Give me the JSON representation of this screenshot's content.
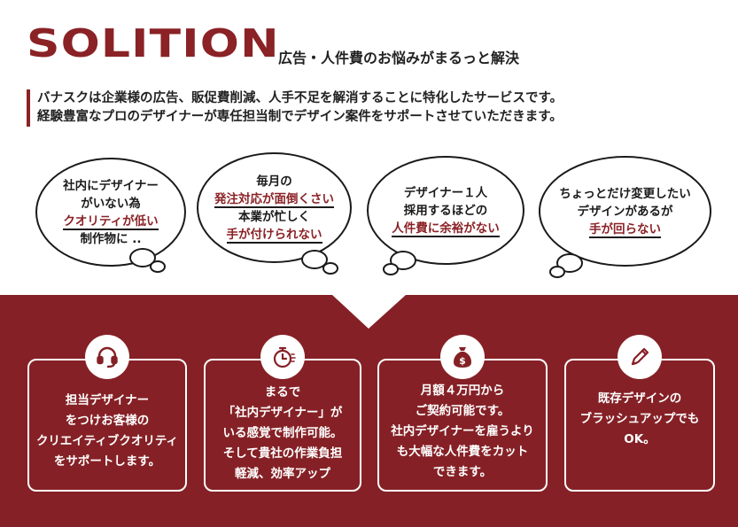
{
  "header": {
    "title": "SOLITION",
    "subtitle": "広告・人件費のお悩みがまるっと解決"
  },
  "intro": {
    "line1": "バナスクは企業様の広告、販促費削減、人手不足を解消することに特化したサービスです。",
    "line2": "経験豊富なプロのデザイナーが専任担当制でデザイン案件をサポートさせていただきます。"
  },
  "bubbles": [
    {
      "l1": "社内にデザイナー",
      "l2": "がいない為",
      "hl": "クオリティが低い",
      "l4": "制作物に .."
    },
    {
      "l1": "毎月の",
      "hl1": "発注対応が面倒くさい",
      "l3": "本業が忙しく",
      "hl2": "手が付けられない"
    },
    {
      "l1": "デザイナー１人",
      "l2": "採用するほどの",
      "hl": "人件費に余裕がない"
    },
    {
      "l1": "ちょっとだけ変更したい",
      "l2": "デザインがあるが",
      "hl": "手が回らない"
    }
  ],
  "cards": [
    {
      "icon": "headset-icon",
      "lines": [
        "担当デザイナー",
        "をつけお客様の",
        "クリエイティブクオリティ",
        "をサポートします。"
      ]
    },
    {
      "icon": "stopwatch-icon",
      "lines": [
        "まるで",
        "「社内デザイナー」が",
        "いる感覚で制作可能。",
        "そして貴社の作業負担",
        "軽減、効率アップ"
      ]
    },
    {
      "icon": "money-bag-icon",
      "lines": [
        "月額４万円から",
        "ご契約可能です。",
        "社内デザイナーを雇うより",
        "も大幅な人件費をカット",
        "できます。"
      ]
    },
    {
      "icon": "pen-icon",
      "lines": [
        "既存デザインの",
        "ブラッシュアップでも",
        "OK。"
      ]
    }
  ],
  "colors": {
    "accent": "#852126",
    "text": "#1a1a1a",
    "background": "#ffffff"
  }
}
